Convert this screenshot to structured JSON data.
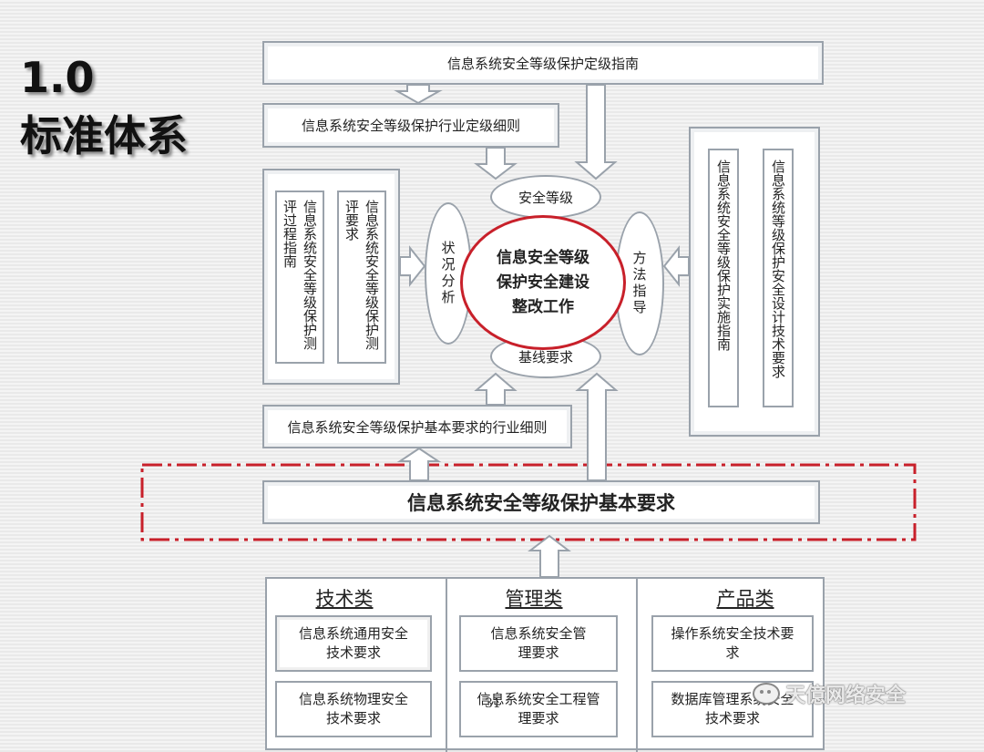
{
  "title": {
    "line1": "1.0",
    "line2": "标准体系"
  },
  "top_box": "信息系统安全等级保护定级指南",
  "industry_grading": "信息系统安全等级保护行业定级细则",
  "eval_box": {
    "col1": "评过程指南",
    "col2": "信息系统安全等级保护测",
    "col3": "评要求",
    "col4": "信息系统安全等级保护测"
  },
  "ellipses": {
    "security_level": "安全等级",
    "baseline": "基线要求",
    "status_analysis": "状况分析",
    "method_guidance": "方法指导"
  },
  "core_lines": [
    "信息安全等级",
    "保护安全建设",
    "整改工作"
  ],
  "right_box": {
    "col1": "信息系统安全等级保护实施指南",
    "col2": "信息系统等级保护安全设计技术要求"
  },
  "industry_basic": "信息系统安全等级保护基本要求的行业细则",
  "basic_requirement": "信息系统安全等级保护基本要求",
  "categories": [
    {
      "heading": "技术类",
      "items": [
        "信息系统通用安全技术要求",
        "信息系统物理安全技术要求"
      ]
    },
    {
      "heading": "管理类",
      "items": [
        "信息系统安全管理要求",
        "信息系统安全工程管理要求"
      ]
    },
    {
      "heading": "产品类",
      "items": [
        "操作系统安全技术要求",
        "数据库管理系统安全技术要求"
      ]
    }
  ],
  "page_number": "31",
  "watermark": "天億网络安全",
  "colors": {
    "red": "#c8202a",
    "border": "#9aa2ab",
    "arrow_fill": "#ffffff"
  }
}
